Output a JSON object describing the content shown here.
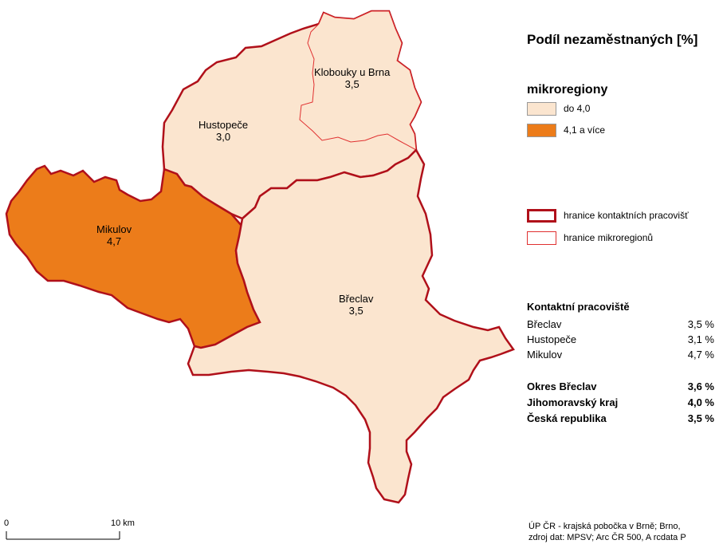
{
  "map_title": "Podíl nezaměstnaných [%]",
  "regions": [
    {
      "name": "Klobouky u Brna",
      "value": "3,5",
      "fill": "#fbe5cf"
    },
    {
      "name": "Hustopeče",
      "value": "3,0",
      "fill": "#fbe5cf"
    },
    {
      "name": "Mikulov",
      "value": "4,7",
      "fill": "#ec7c1a"
    },
    {
      "name": "Břeclav",
      "value": "3,5",
      "fill": "#fbe5cf"
    }
  ],
  "legend": {
    "title": "mikroregiony",
    "classes": [
      {
        "label": "do 4,0",
        "color": "#fbe5cf"
      },
      {
        "label": "4,1 a více",
        "color": "#ec7c1a"
      }
    ],
    "boundaries": [
      {
        "label": "hranice kontaktních pracovišť",
        "color": "#b0101a"
      },
      {
        "label": "hranice mikroregionů",
        "color": "#e03030"
      }
    ]
  },
  "stats": {
    "title": "Kontaktní pracoviště",
    "offices": [
      {
        "name": "Břeclav",
        "value": "3,5 %"
      },
      {
        "name": "Hustopeče",
        "value": "3,1 %"
      },
      {
        "name": "Mikulov",
        "value": "4,7 %"
      }
    ],
    "summary": [
      {
        "name": "Okres Břeclav",
        "value": "3,6 %"
      },
      {
        "name": "Jihomoravský kraj",
        "value": "4,0 %"
      },
      {
        "name": "Česká republika",
        "value": "3,5 %"
      }
    ]
  },
  "scale_bar": {
    "start": "0",
    "end": "10 km"
  },
  "footer": {
    "line1": "ÚP ČR - krajská pobočka v Brně; Brno,",
    "line2": "zdroj dat: MPSV; Arc ČR 500, A rcdata P"
  }
}
